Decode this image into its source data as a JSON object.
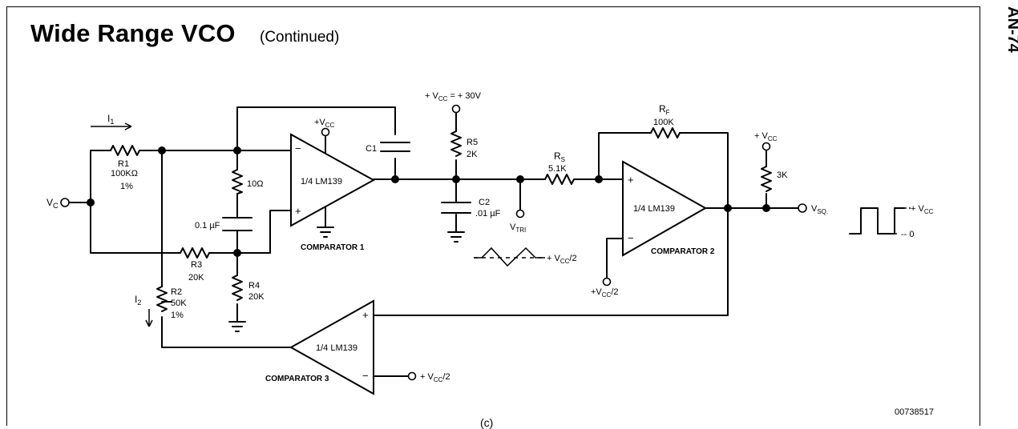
{
  "page": {
    "title": "Wide Range VCO",
    "subtitle": "(Continued)",
    "side_tag": "AN-74",
    "figure_code": "00738517",
    "caption": "(c)"
  },
  "labels": {
    "vc": "V",
    "vc_sub": "C",
    "i1": "I",
    "i1_sub": "1",
    "i2": "I",
    "i2_sub": "2",
    "r1_name": "R1",
    "r1_value": "100KΩ",
    "r1_tol": "1%",
    "r3_name": "R3",
    "r3_value": "20K",
    "r2_name": "R2",
    "r2_value": "50K",
    "r2_tol": "1%",
    "r10_value": "10Ω",
    "cap_01": "0.1 µF",
    "r4_name": "R4",
    "r4_value": "20K",
    "c1": "C1",
    "vcc_top": "+V",
    "vcc_top_sub": "CC",
    "vcc_supply_a": "+ V",
    "vcc_supply_sub": "CC",
    "vcc_supply_b": " = + 30V",
    "r5_name": "R5",
    "r5_value": "2K",
    "c2_name": "C2",
    "c2_value": ".01 µF",
    "vtri": "V",
    "vtri_sub": "TRI",
    "tri_ref_a": "+ V",
    "tri_ref_sub": "CC",
    "tri_ref_b": "/2",
    "rs_name": "R",
    "rs_sub": "S",
    "rs_value": "5.1K",
    "rf_name": "R",
    "rf_sub": "F",
    "rf_value": "100K",
    "vcc_right": "+ V",
    "vcc_right_sub": "CC",
    "r3k": "3K",
    "vsq": "V",
    "vsq_sub": "SQ.",
    "sq_high_a": "+ V",
    "sq_high_sub": "CC",
    "sq_low": "-- 0",
    "comp2_ref_a": "+V",
    "comp2_ref_sub": "CC",
    "comp2_ref_b": "/2",
    "comp3_ref_a": "+ V",
    "comp3_ref_sub": "CC",
    "comp3_ref_b": "/2",
    "amp_part": "1/4 LM139",
    "comparator1": "COMPARATOR 1",
    "comparator2": "COMPARATOR 2",
    "comparator3": "COMPARATOR 3",
    "plus": "+",
    "minus": "−"
  }
}
